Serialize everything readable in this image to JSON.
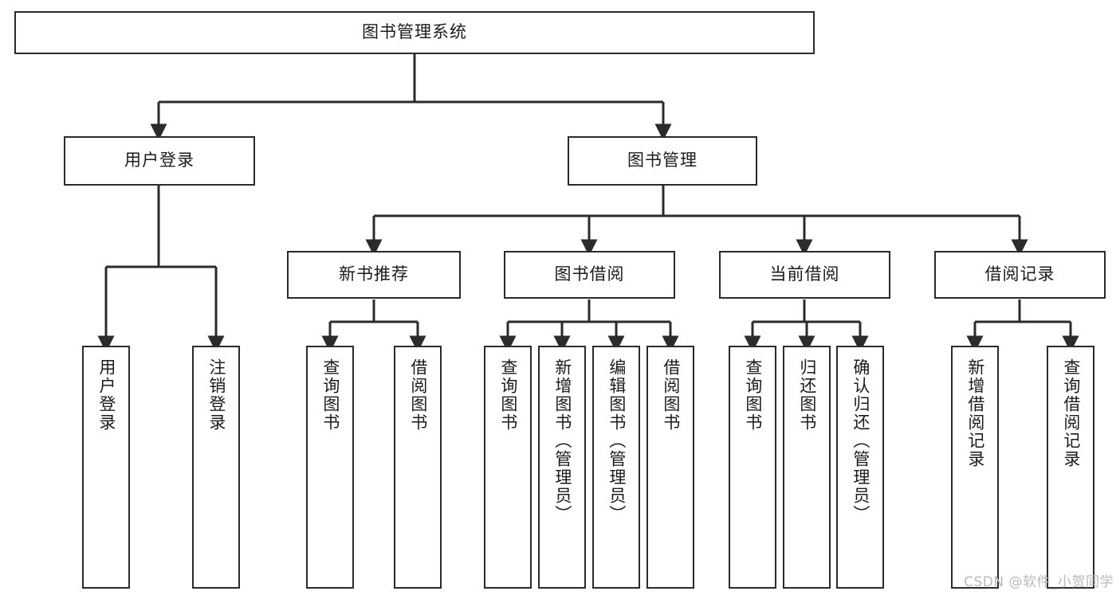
{
  "diagram": {
    "title": "图书管理系统",
    "type": "hierarchy-tree",
    "watermark": "CSDN @软件_小贺同学",
    "colors": {
      "border": "#2b2b2b",
      "background": "#ffffff",
      "text": "#1b1b1b",
      "watermark": "#b9b9b9"
    },
    "nodes": {
      "root": {
        "label": "图书管理系统"
      },
      "level2": [
        {
          "id": "user-login",
          "label": "用户登录"
        },
        {
          "id": "book-manage",
          "label": "图书管理"
        }
      ],
      "level3": [
        {
          "id": "new-book-recommend",
          "label": "新书推荐"
        },
        {
          "id": "book-borrow",
          "label": "图书借阅"
        },
        {
          "id": "current-borrow",
          "label": "当前借阅"
        },
        {
          "id": "borrow-record",
          "label": "借阅记录"
        }
      ],
      "leaves": {
        "user-login": [
          {
            "id": "user-login-leaf",
            "label": "用户登录"
          },
          {
            "id": "user-logout-leaf",
            "label": "注销登录"
          }
        ],
        "new-book-recommend": [
          {
            "id": "query-book-1",
            "label": "查询图书"
          },
          {
            "id": "borrow-book-1",
            "label": "借阅图书"
          }
        ],
        "book-borrow": [
          {
            "id": "query-book-2",
            "label": "查询图书"
          },
          {
            "id": "add-book-admin",
            "label": "新增图书（管理员）"
          },
          {
            "id": "edit-book-admin",
            "label": "编辑图书（管理员）"
          },
          {
            "id": "borrow-book-2",
            "label": "借阅图书"
          }
        ],
        "current-borrow": [
          {
            "id": "query-book-3",
            "label": "查询图书"
          },
          {
            "id": "return-book",
            "label": "归还图书"
          },
          {
            "id": "confirm-return-admin",
            "label": "确认归还（管理员）"
          }
        ],
        "borrow-record": [
          {
            "id": "add-borrow-record",
            "label": "新增借阅记录"
          },
          {
            "id": "query-borrow-record",
            "label": "查询借阅记录"
          }
        ]
      }
    }
  }
}
